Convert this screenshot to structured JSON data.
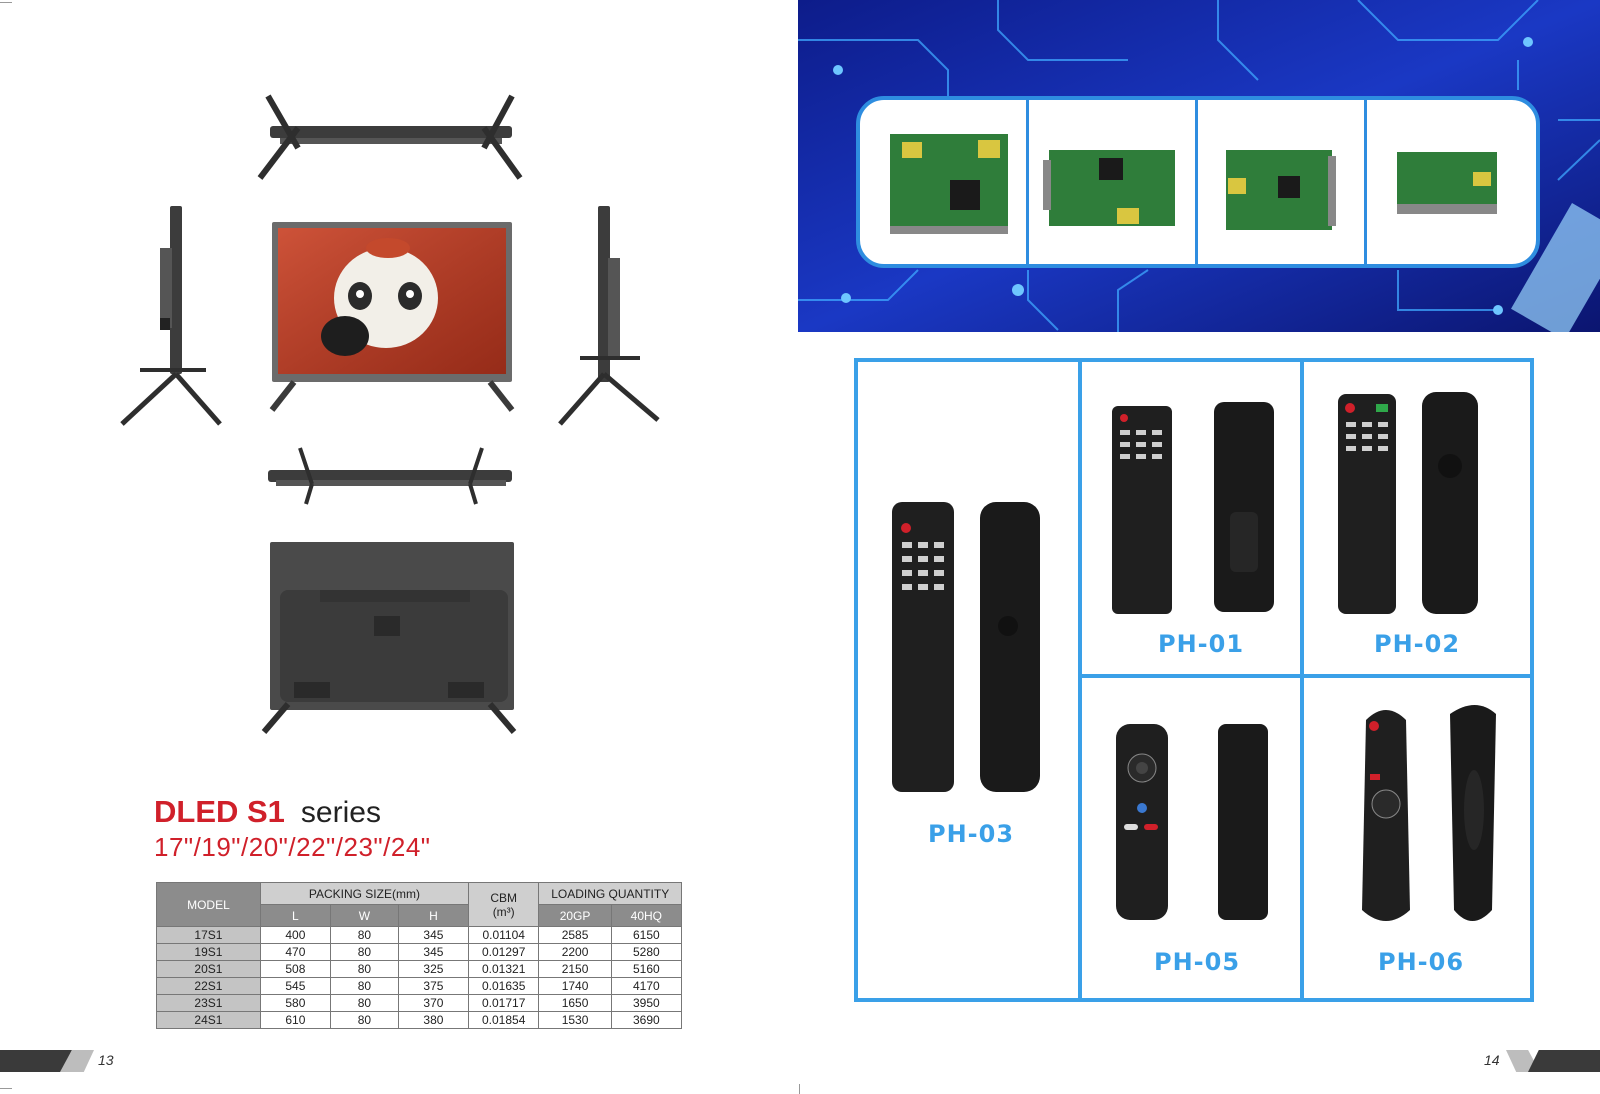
{
  "left_page": {
    "title_bold": "DLED S1",
    "title_rest": "series",
    "sizes": "17\"/19\"/20\"/22\"/23\"/24\"",
    "page_number": "13"
  },
  "spec_table": {
    "model_header": "MODEL",
    "packing_header": "PACKING SIZE(mm)",
    "cbm_header": "CBM",
    "cbm_unit": "(m³)",
    "loading_header": "LOADING  QUANTITY",
    "sub_headers": [
      "L",
      "W",
      "H",
      "20GP",
      "40HQ"
    ],
    "rows": [
      [
        "17S1",
        "400",
        "80",
        "345",
        "0.01104",
        "2585",
        "6150"
      ],
      [
        "19S1",
        "470",
        "80",
        "345",
        "0.01297",
        "2200",
        "5280"
      ],
      [
        "20S1",
        "508",
        "80",
        "325",
        "0.01321",
        "2150",
        "5160"
      ],
      [
        "22S1",
        "545",
        "80",
        "375",
        "0.01635",
        "1740",
        "4170"
      ],
      [
        "23S1",
        "580",
        "80",
        "370",
        "0.01717",
        "1650",
        "3950"
      ],
      [
        "24S1",
        "610",
        "80",
        "380",
        "0.01854",
        "1530",
        "3690"
      ]
    ]
  },
  "right_page": {
    "page_number": "14",
    "remotes": [
      "PH-03",
      "PH-01",
      "PH-02",
      "PH-05",
      "PH-06"
    ]
  },
  "colors": {
    "title_red": "#d0202a",
    "accent_blue": "#3aa0e8",
    "banner_blue": "#1a2fa8"
  }
}
